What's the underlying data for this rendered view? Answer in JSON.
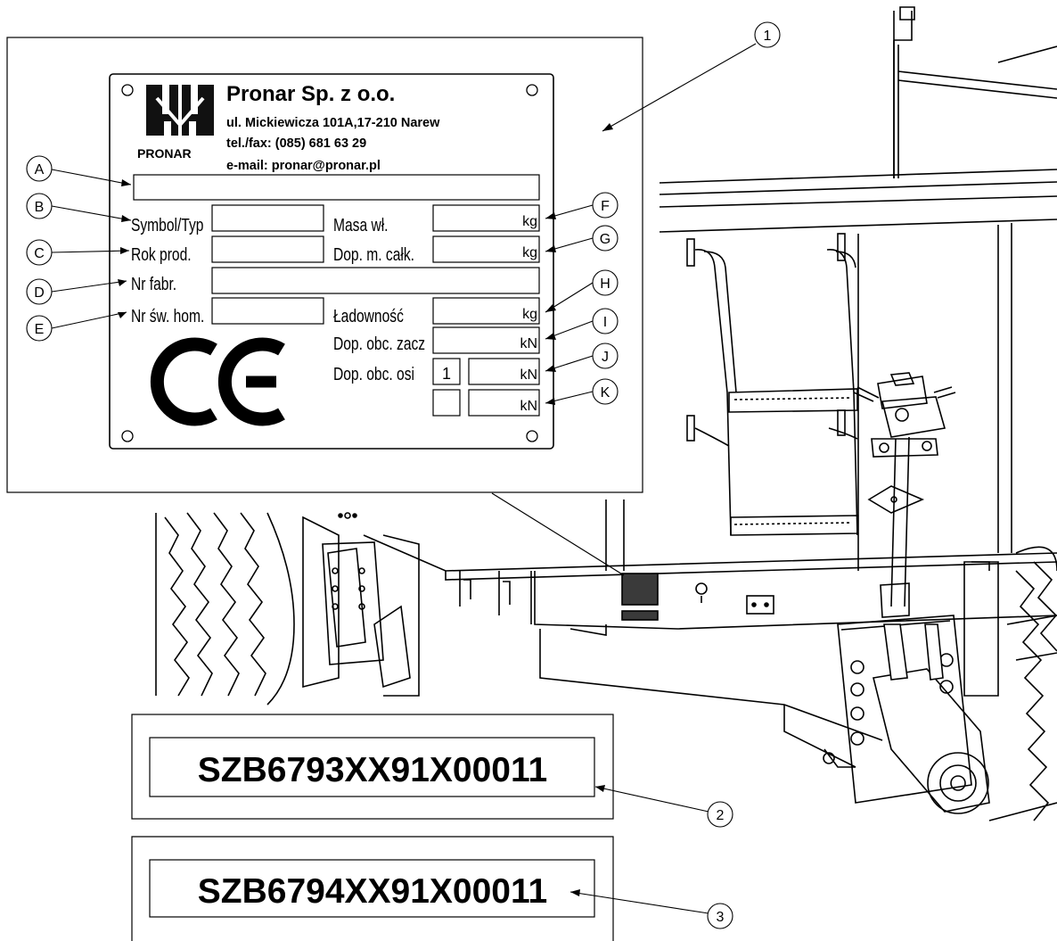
{
  "plate": {
    "company": "Pronar Sp. z o.o.",
    "address": "ul. Mickiewicza 101A,17-210 Narew",
    "phone": "tel./fax: (085) 681 63 29",
    "email": "e-mail: pronar@pronar.pl",
    "logo_text": "PRONAR",
    "fields": {
      "symbol": "Symbol/Typ",
      "year": "Rok prod.",
      "serial": "Nr fabr.",
      "homologation": "Nr św. hom.",
      "mass": "Masa wł.",
      "gross": "Dop. m. całk.",
      "capacity": "Ładowność",
      "hitch_load": "Dop. obc. zacz",
      "axle_load": "Dop. obc. osi"
    },
    "units": {
      "kg": "kg",
      "kn": "kN"
    },
    "axle_number": "1",
    "ce_mark": "CE"
  },
  "callout_letters": [
    "A",
    "B",
    "C",
    "D",
    "E",
    "F",
    "G",
    "H",
    "I",
    "J",
    "K"
  ],
  "callout_numbers": [
    "1",
    "2",
    "3"
  ],
  "vin_plates": [
    {
      "number": "SZB6793XX91X00011"
    },
    {
      "number": "SZB6794XX91X00011"
    }
  ],
  "colors": {
    "line": "#000000",
    "background": "#ffffff",
    "label_fill": "#3a3a3a"
  }
}
